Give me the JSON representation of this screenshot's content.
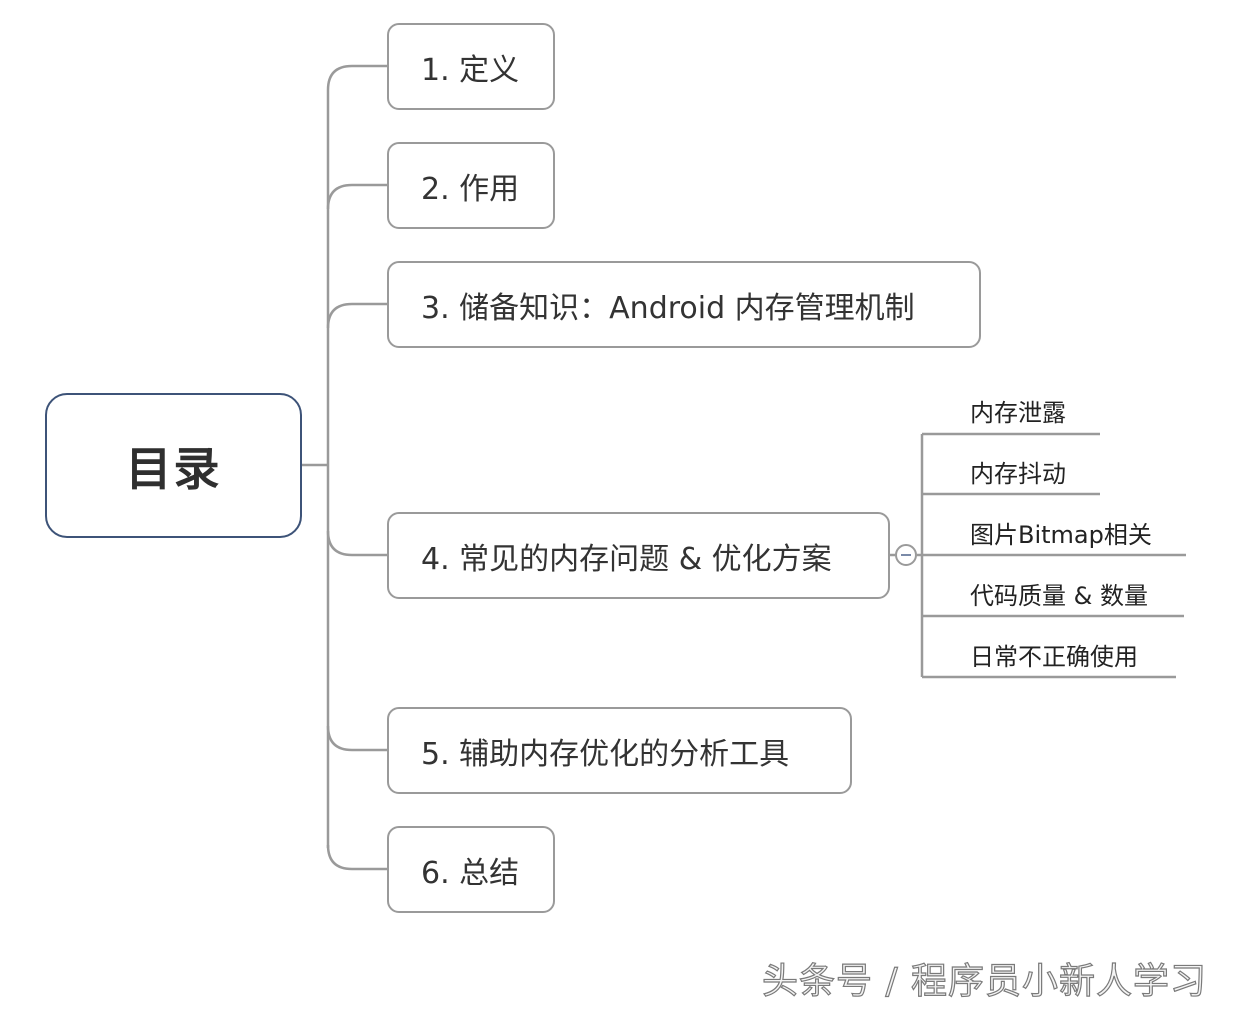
{
  "root": {
    "label": "目录"
  },
  "branches": [
    {
      "label": "1. 定义"
    },
    {
      "label": "2. 作用"
    },
    {
      "label": "3. 储备知识：Android 内存管理机制"
    },
    {
      "label": "4. 常见的内存问题 & 优化方案",
      "children": [
        {
          "label": "内存泄露"
        },
        {
          "label": "内存抖动"
        },
        {
          "label": "图片Bitmap相关"
        },
        {
          "label": "代码质量 & 数量"
        },
        {
          "label": "日常不正确使用"
        }
      ]
    },
    {
      "label": "5. 辅助内存优化的分析工具"
    },
    {
      "label": "6. 总结"
    }
  ],
  "watermark": "头条号 / 程序员小新人学习",
  "colors": {
    "root_border": "#3d5378",
    "branch_border": "#9a9a9a",
    "connector": "#9a9a9a",
    "toggle_minus": "#7a8aa8"
  }
}
